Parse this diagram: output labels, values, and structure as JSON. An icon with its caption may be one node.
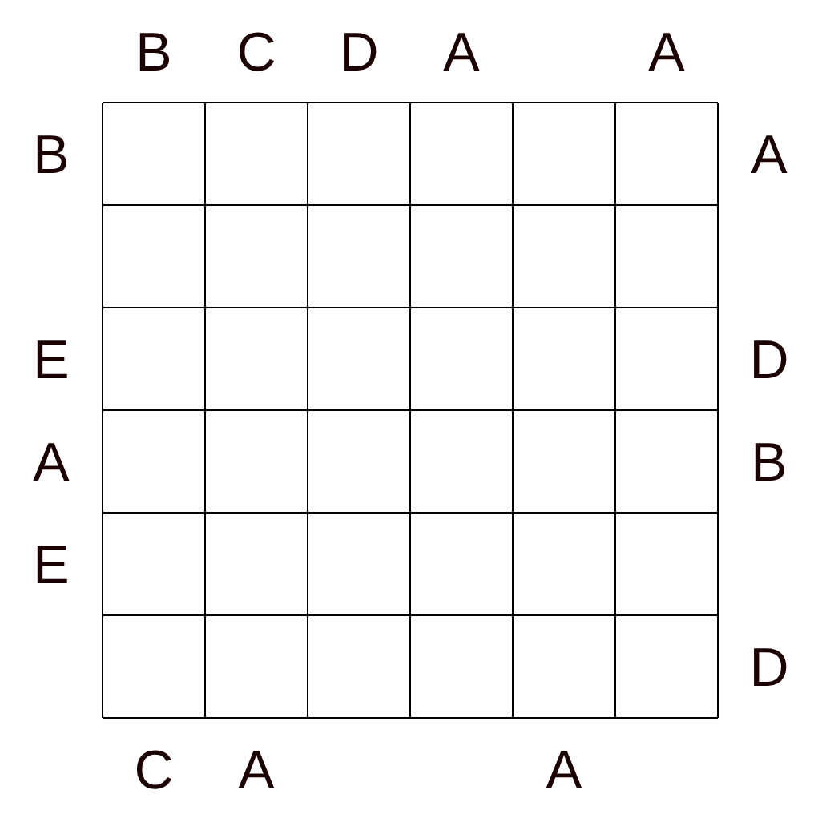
{
  "diagram": {
    "labels": [
      "B",
      "C",
      "D",
      "A",
      "A",
      "B",
      "A",
      "E",
      "D",
      "A",
      "B",
      "E",
      "D",
      "C",
      "A",
      "A"
    ]
  }
}
